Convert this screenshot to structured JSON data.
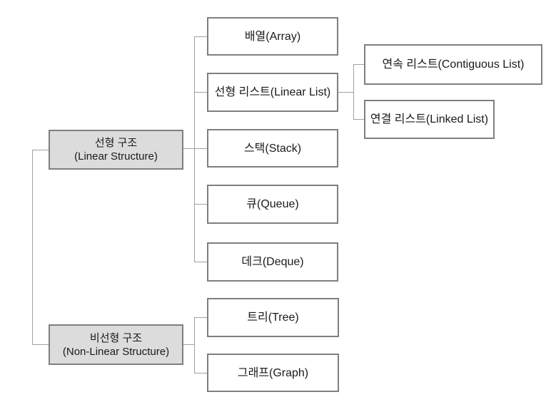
{
  "diagram": {
    "name": "data-structure-classification-tree",
    "colors": {
      "background": "#ffffff",
      "box_border": "#7f7f7f",
      "group_box_fill": "#dcdcdc",
      "child_box_fill": "#ffffff",
      "connector": "#a0a0a0",
      "text": "#1a1a1a"
    },
    "nodes": {
      "linear_group": {
        "line1": "선형 구조",
        "line2": "(Linear Structure)"
      },
      "nonlinear_group": {
        "line1": "비선형 구조",
        "line2": "(Non-Linear Structure)"
      },
      "array": {
        "label": "배열(Array)"
      },
      "linear_list": {
        "label": "선형 리스트(Linear List)"
      },
      "contiguous_list": {
        "label": "연속 리스트(Contiguous List)"
      },
      "linked_list": {
        "label": "연결 리스트(Linked List)"
      },
      "stack": {
        "label": "스택(Stack)"
      },
      "queue": {
        "label": "큐(Queue)"
      },
      "deque": {
        "label": "데크(Deque)"
      },
      "tree": {
        "label": "트리(Tree)"
      },
      "graph": {
        "label": "그래프(Graph)"
      }
    },
    "hierarchy": {
      "linear_group_children": [
        "array",
        "linear_list",
        "stack",
        "queue",
        "deque"
      ],
      "linear_list_children": [
        "contiguous_list",
        "linked_list"
      ],
      "nonlinear_group_children": [
        "tree",
        "graph"
      ]
    }
  }
}
